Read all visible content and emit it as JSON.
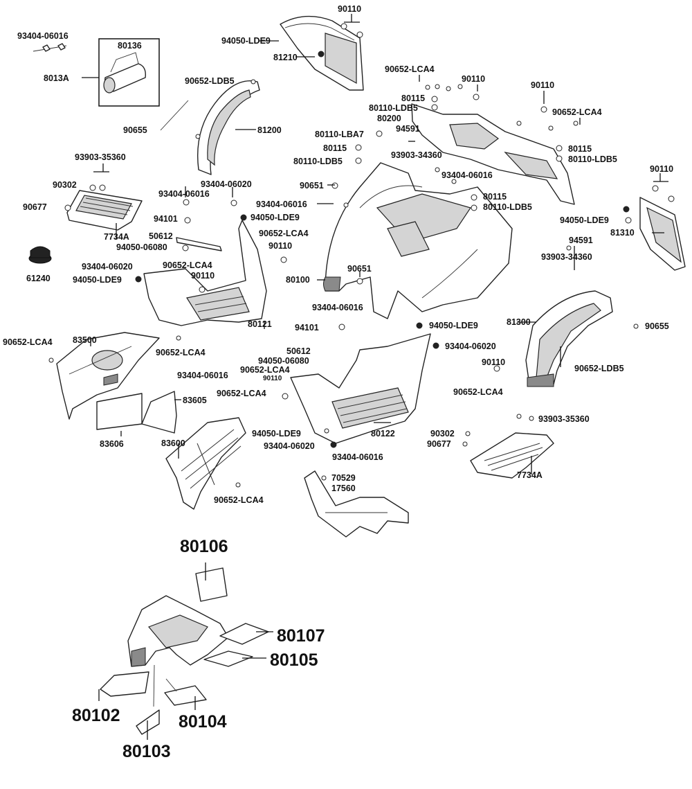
{
  "diagram": {
    "labels": [
      "93404-06016",
      "8013A",
      "80136",
      "94050-LDE9",
      "81210",
      "90110",
      "90652-LDB5",
      "90655",
      "81200",
      "90652-LCA4",
      "90110",
      "80115",
      "80110-LDB5",
      "80200",
      "90110",
      "90652-LCA4",
      "80110-LBA7",
      "94591",
      "80115",
      "93903-34360",
      "80110-LDB5",
      "80115",
      "80110-LDB5",
      "93903-35360",
      "90302",
      "90677",
      "7734A",
      "93404-06020",
      "93404-06016",
      "94101",
      "50612",
      "94050-06080",
      "94050-LDE9",
      "90651",
      "93404-06016",
      "93404-06016",
      "80115",
      "80110-LDB5",
      "90110",
      "94050-LDE9",
      "81310",
      "94591",
      "93903-34360",
      "61240",
      "93404-06020",
      "94050-LDE9",
      "90652-LCA4",
      "90110",
      "90652-LCA4",
      "90110",
      "90651",
      "80100",
      "80121",
      "93404-06016",
      "94101",
      "94050-LDE9",
      "81300",
      "90655",
      "90652-LCA4",
      "83500",
      "90652-LCA4",
      "93404-06016",
      "50612",
      "94050-06080",
      "90652-LCA4",
      "90110",
      "93404-06020",
      "90110",
      "90652-LCA4",
      "90652-LDB5",
      "90652-LCA4",
      "83605",
      "83606",
      "83600",
      "93903-35360",
      "94050-LDE9",
      "90302",
      "93404-06020",
      "90677",
      "80122",
      "93404-06016",
      "7734A",
      "70529",
      "17560",
      "90652-LCA4"
    ],
    "decals": [
      "80106",
      "80107",
      "80105",
      "80102",
      "80104",
      "80103"
    ]
  }
}
